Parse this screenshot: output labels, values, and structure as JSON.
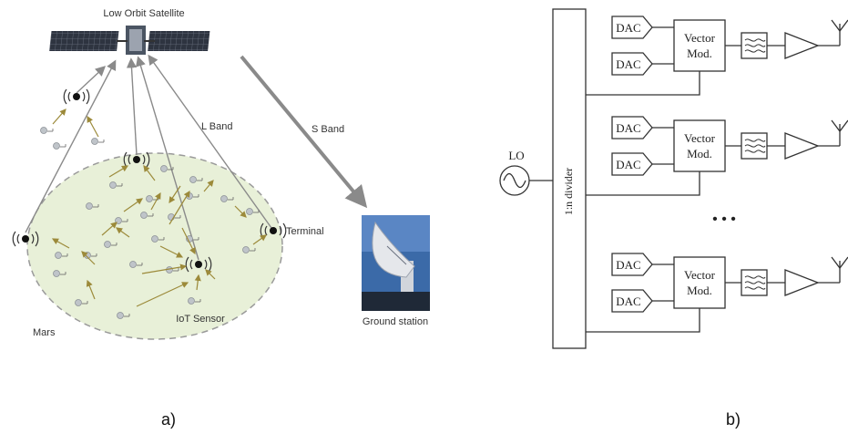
{
  "panel_a": {
    "caption": "a)",
    "satellite_label": "Low Orbit Satellite",
    "l_band_label": "L Band",
    "s_band_label": "S Band",
    "terminal_label": "Terminal",
    "iot_sensor_label": "IoT Sensor",
    "mars_label": "Mars",
    "ground_station_label": "Ground station",
    "colors": {
      "mars_fill": "#e8f0d8",
      "arrow_brown": "#9c8a3a",
      "s_band_arrow": "#8a8a8a"
    }
  },
  "panel_b": {
    "caption": "b)",
    "lo_label": "LO",
    "divider_label": "1:n divider",
    "dac_label": "DAC",
    "vector_mod_line1": "Vector",
    "vector_mod_line2": "Mod.",
    "ellipsis": "•   •   •",
    "chain_count": 3
  }
}
